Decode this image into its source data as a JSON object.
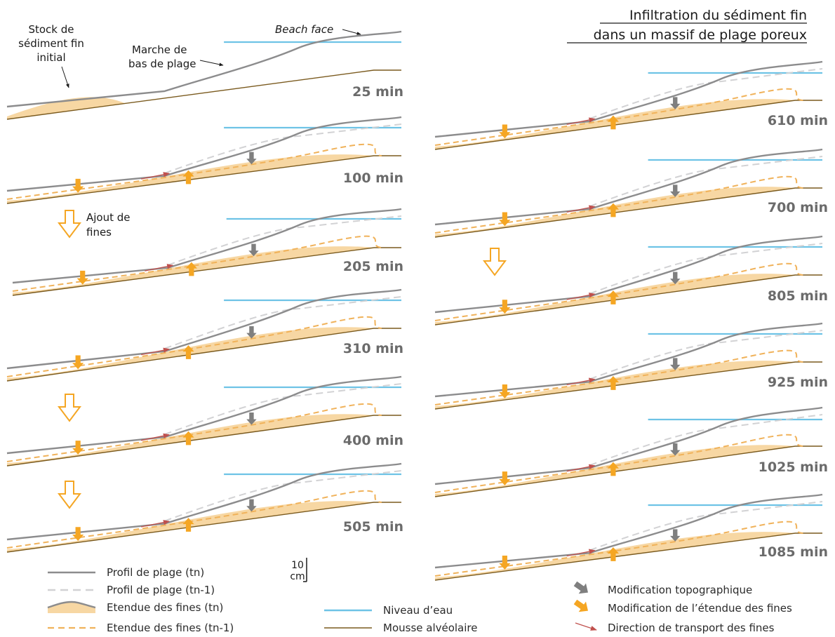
{
  "title": {
    "line1": "Infiltration du sédiment fin",
    "line2": "dans un massif de plage poreux"
  },
  "annotations": {
    "stock": [
      "Stock de",
      "sédiment fin",
      "initial"
    ],
    "marche": [
      "Marche de",
      "bas de plage"
    ],
    "beach_face": "Beach face",
    "ajout": [
      "Ajout de",
      "fines"
    ]
  },
  "panels": [
    {
      "time": "25 min"
    },
    {
      "time": "100 min"
    },
    {
      "time": "205 min"
    },
    {
      "time": "310 min"
    },
    {
      "time": "400 min"
    },
    {
      "time": "505 min"
    },
    {
      "time": "610 min"
    },
    {
      "time": "700 min"
    },
    {
      "time": "805 min"
    },
    {
      "time": "925 min"
    },
    {
      "time": "1025 min"
    },
    {
      "time": "1085 min"
    }
  ],
  "scale_bar": {
    "value": "10",
    "unit": "cm"
  },
  "legend": {
    "profil_tn": "Profil de plage (tn)",
    "profil_tn1": "Profil de plage (tn-1)",
    "fines_tn": "Etendue des fines (tn)",
    "fines_tn1": "Etendue des fines (tn-1)",
    "niveau_eau": "Niveau d’eau",
    "mousse": "Mousse alvéolaire",
    "modif_topo": "Modification topographique",
    "modif_fines": "Modification de l’étendue des fines",
    "direction": "Direction de transport des fines"
  },
  "colors": {
    "profile": "#8c8c8d",
    "profile_prev": "#d2d2d4",
    "fines_fill": "#f7d7a3",
    "fines_line": "#f0b25a",
    "water": "#6ec3e6",
    "foam": "#7a5a1e",
    "arrow_fines": "#f5a623",
    "arrow_topo": "#7f7f7f",
    "arrow_transport": "#c0504d"
  },
  "icons": {
    "add_fines": "hollow-down-arrow-icon",
    "topo": "grey-arrow-icon",
    "fines": "orange-arrow-icon",
    "transport": "red-thin-arrow-icon"
  }
}
